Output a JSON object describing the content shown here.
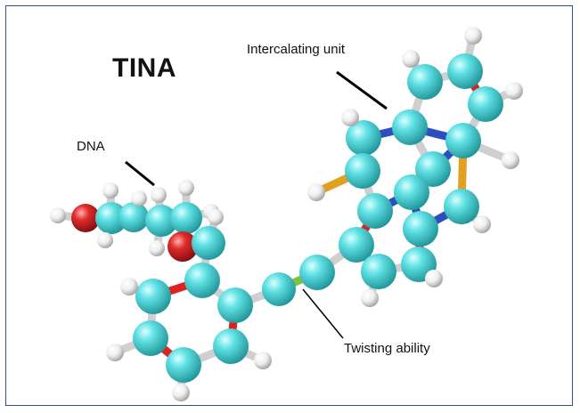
{
  "figure": {
    "title": "TINA",
    "labels": {
      "intercalating": "Intercalating unit",
      "dna": "DNA",
      "twisting": "Twisting ability"
    }
  },
  "colors": {
    "frame": "#2f4f9a",
    "carbon": "#3fc9cc",
    "oxygen": "#d42020",
    "hydrogen": "#eeeeee",
    "bond_red": "#e02020",
    "bond_blue": "#2c4fc0",
    "bond_yellow": "#e0a020",
    "bond_green": "#80c040",
    "bond_gray": "#cfcfcf"
  }
}
